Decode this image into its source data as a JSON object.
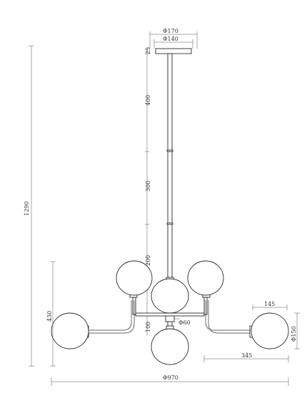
{
  "dimensions": {
    "canopy_outer": "Φ170",
    "canopy_inner": "Φ140",
    "canopy_height": "25",
    "rod_upper": "400",
    "rod_middle": "300",
    "rod_lower": "200",
    "hub_drop": "100",
    "hub_diameter": "Φ60",
    "total_height": "1290",
    "body_height": "430",
    "total_width": "Φ970",
    "arm_reach": "345",
    "arm_tip": "145",
    "globe_diameter": "Φ150"
  },
  "colors": {
    "line": "#333333",
    "background": "#ffffff"
  }
}
